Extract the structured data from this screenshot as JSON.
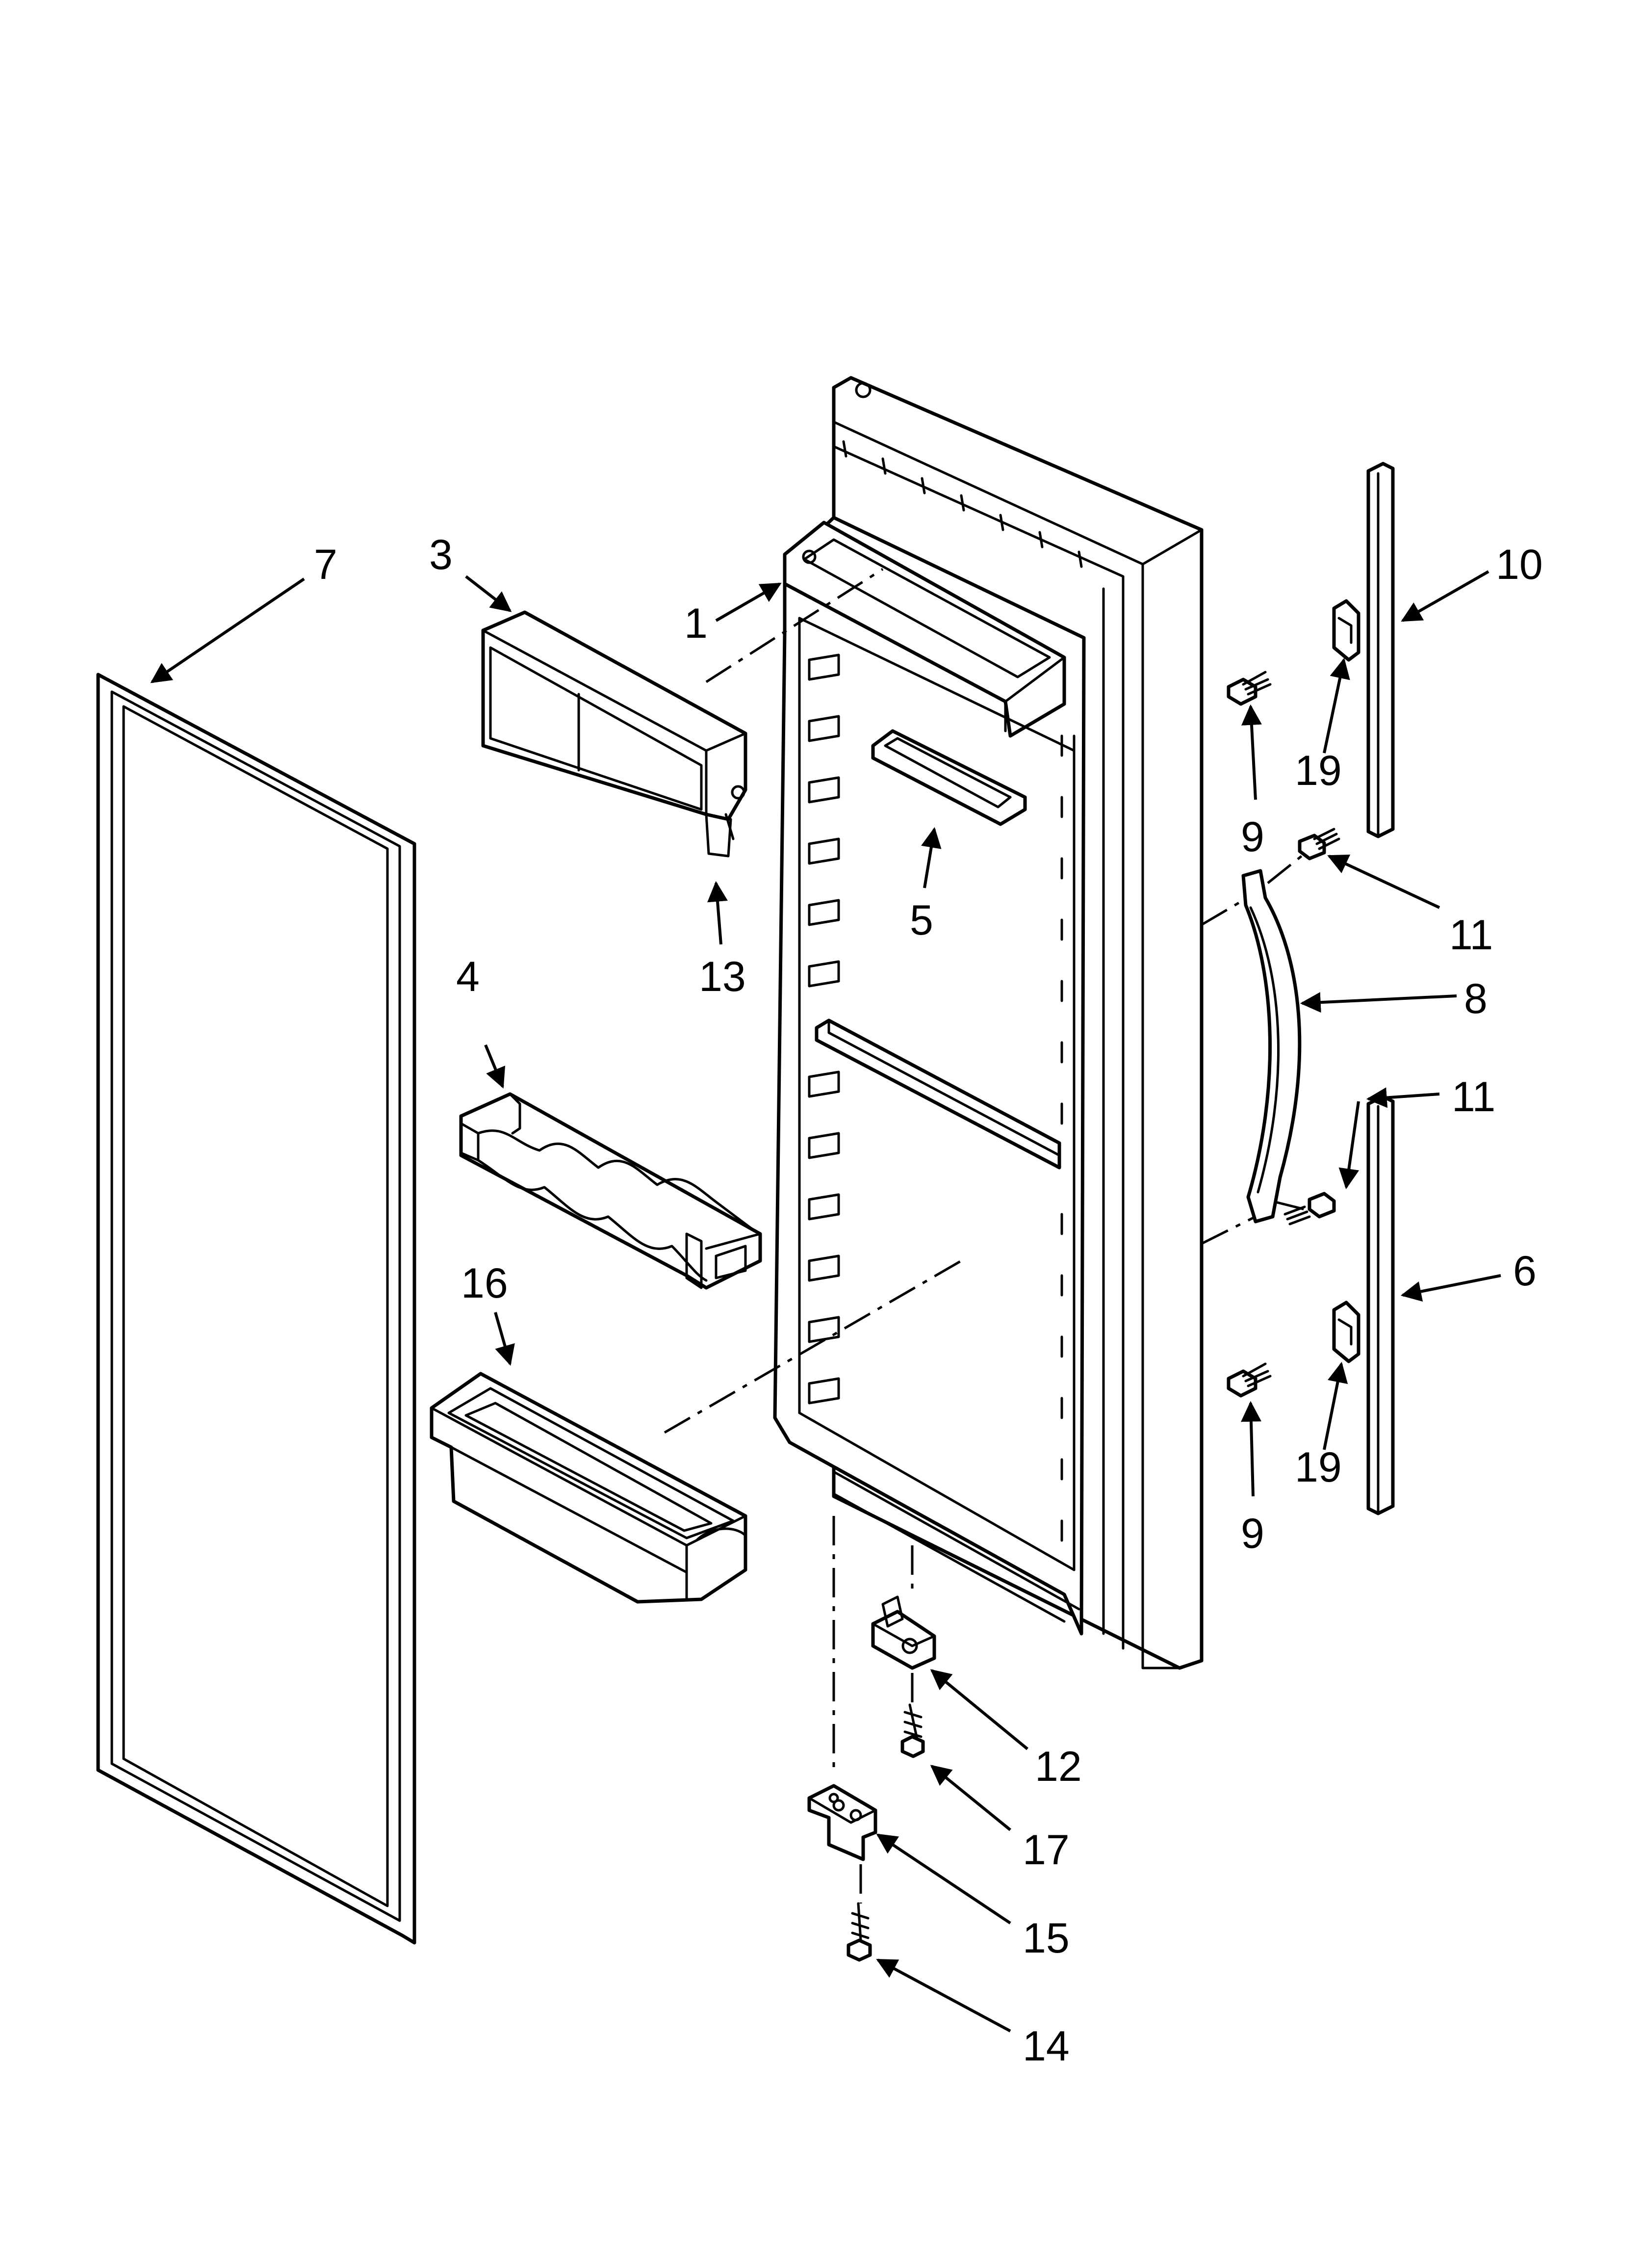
{
  "callouts": {
    "c1": "1",
    "c3": "3",
    "c4": "4",
    "c5": "5",
    "c6": "6",
    "c7": "7",
    "c8": "8",
    "c9a": "9",
    "c9b": "9",
    "c10": "10",
    "c11a": "11",
    "c11b": "11",
    "c12": "12",
    "c13": "13",
    "c14": "14",
    "c15": "15",
    "c16": "16",
    "c17": "17",
    "c19a": "19",
    "c19b": "19"
  }
}
